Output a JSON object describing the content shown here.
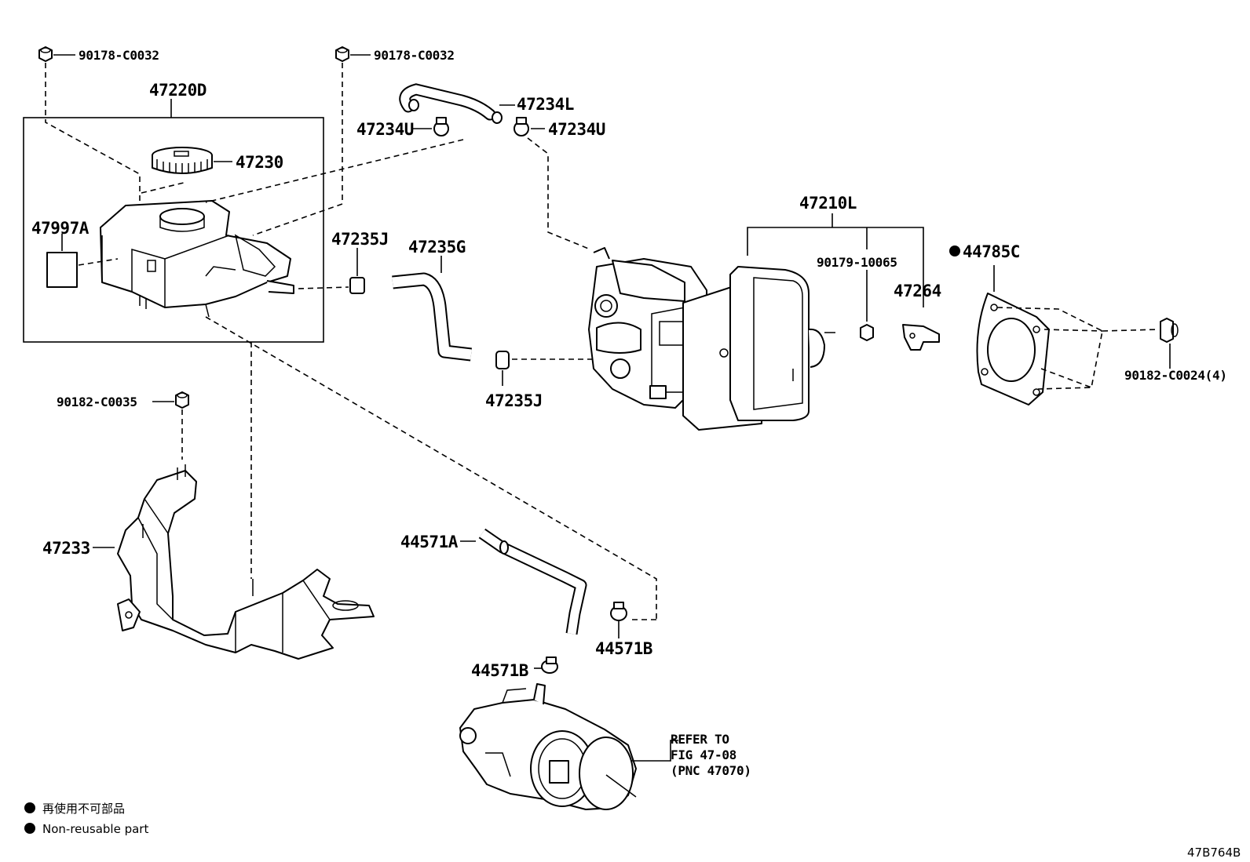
{
  "labels": {
    "nut_top_left": "90178-C0032",
    "nut_top_mid": "90178-C0032",
    "reservoir_assy": "47220D",
    "cap": "47230",
    "label_plate": "47997A",
    "hose_upper": "47234L",
    "clamp_upper_left": "47234U",
    "clamp_upper_right": "47234U",
    "clip_upper": "47235J",
    "hose_mid": "47235G",
    "clip_lower": "47235J",
    "booster_assy": "47210L",
    "nut_booster": "90179-10065",
    "bracket_small": "47264",
    "gasket": "44785C",
    "nut_right": "90182-C0024(4)",
    "nut_bracket": "90182-C0035",
    "bracket": "47233",
    "hose_lower": "44571A",
    "clamp_lower_right": "44571B",
    "clamp_lower_left": "44571B",
    "refer_line1": "REFER TO",
    "refer_line2": "FIG 47-08",
    "refer_line3": "(PNC 47070)"
  },
  "legend": {
    "line_jp": "再使用不可部品",
    "line_en": "Non-reusable part"
  },
  "diagram_code": "47B764B"
}
